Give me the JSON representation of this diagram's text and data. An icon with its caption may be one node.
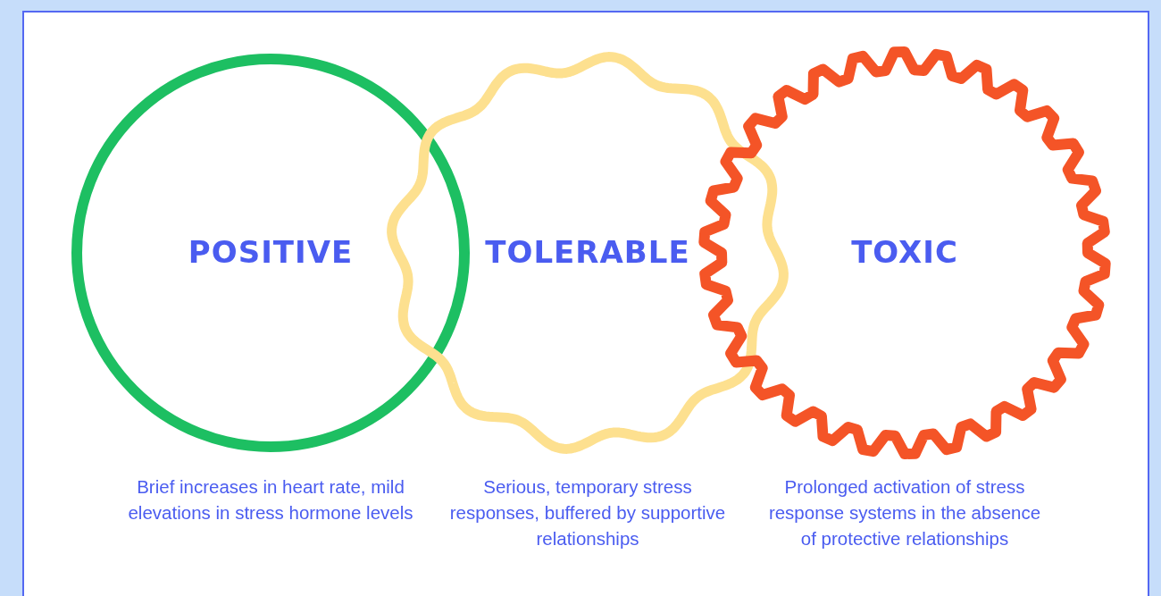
{
  "diagram": {
    "nodes": [
      {
        "text": [
          "POSITIVE"
        ],
        "beside": [
          "Brief increases in heart rate, mild elevations in stress hormone levels"
        ]
      },
      {
        "text": [
          "TOLERABLE"
        ],
        "beside": [
          "Serious, temporary stress responses, buffered by supportive relationships"
        ]
      },
      {
        "text": [
          "TOXIC"
        ],
        "beside": [
          "Prolonged activation of stress response systems in the absence of protective relationships"
        ]
      }
    ]
  }
}
